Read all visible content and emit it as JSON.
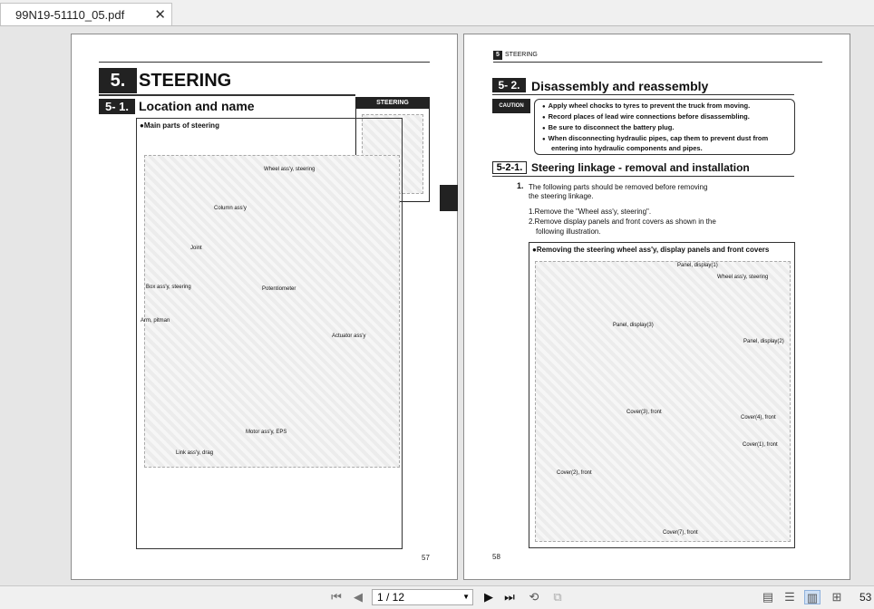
{
  "tab": {
    "title": "99N19-51110_05.pdf",
    "close_glyph": "✕"
  },
  "left_page": {
    "section_number": "5.",
    "section_title": "STEERING",
    "subsection_number": "5- 1.",
    "subsection_title": "Location and name",
    "figure_caption": "●Main parts of steering",
    "thumbnail_title": "STEERING",
    "labels": [
      "Wheel ass'y, steering",
      "Column ass'y",
      "Joint",
      "Box ass'y, steering",
      "Potentiometer",
      "Arm, pitman",
      "Actuator ass'y",
      "Motor ass'y, EPS",
      "Link ass'y, drag"
    ],
    "page_number": "57"
  },
  "right_page": {
    "running_number": "5",
    "running_head": "STEERING",
    "subsection_number": "5- 2.",
    "subsection_title": "Disassembly and reassembly",
    "caution_label": "CAUTION",
    "caution_items": [
      "Apply wheel chocks to tyres to prevent the truck from moving.",
      "Record places of lead wire connections before disassembling.",
      "Be sure to disconnect the battery plug.",
      "When disconnecting hydraulic pipes, cap them to prevent dust from",
      "entering into hydraulic components and pipes."
    ],
    "subsub_number": "5-2-1.",
    "subsub_title": "Steering linkage - removal and installation",
    "step_number": "1.",
    "step_lines": [
      "The following parts should be removed before removing",
      "the steering linkage."
    ],
    "substeps": [
      "1.Remove the \"Wheel ass'y, steering\".",
      "2.Remove display panels and front covers as shown in the",
      "following illustration."
    ],
    "figure_caption": "●Removing the steering wheel ass'y, display panels and front covers",
    "labels": [
      "Panel, display(1)",
      "Wheel ass'y, steering",
      "Panel, display(3)",
      "Panel, display(2)",
      "Cover(3), front",
      "Cover(4), front",
      "Cover(1), front",
      "Cover(2), front",
      "Cover(7), front"
    ],
    "page_number": "58"
  },
  "toolbar": {
    "first_glyph": "⏮",
    "prev_glyph": "◀",
    "next_glyph": "▶",
    "last_glyph": "⏭",
    "page_indicator": "1 / 12",
    "zoom": "53"
  }
}
